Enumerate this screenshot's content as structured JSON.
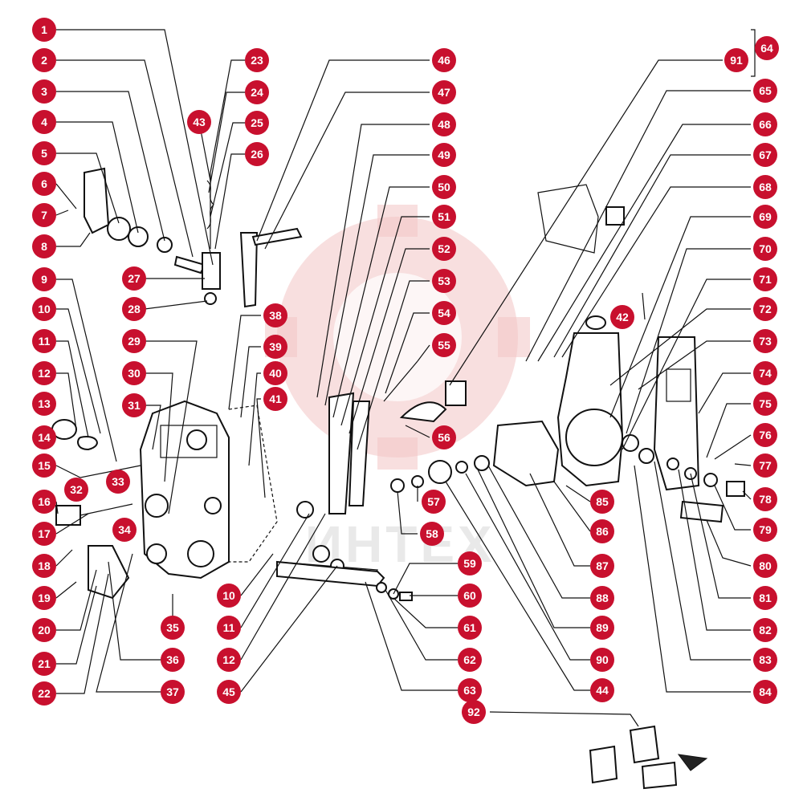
{
  "watermark": {
    "text": "ИНТЕХ",
    "color": "#f2c4c4"
  },
  "callout_color": "#c8102e",
  "callouts": [
    "1",
    "2",
    "3",
    "4",
    "5",
    "6",
    "7",
    "8",
    "9",
    "10",
    "11",
    "12",
    "13",
    "14",
    "15",
    "16",
    "17",
    "18",
    "19",
    "20",
    "21",
    "22",
    "23",
    "24",
    "25",
    "26",
    "27",
    "28",
    "29",
    "30",
    "31",
    "32",
    "33",
    "34",
    "35",
    "36",
    "37",
    "38",
    "39",
    "40",
    "41",
    "42",
    "43",
    "44",
    "45",
    "46",
    "47",
    "48",
    "49",
    "50",
    "51",
    "52",
    "53",
    "54",
    "55",
    "56",
    "57",
    "58",
    "59",
    "60",
    "61",
    "62",
    "63",
    "64",
    "65",
    "66",
    "67",
    "68",
    "69",
    "70",
    "71",
    "72",
    "73",
    "74",
    "75",
    "76",
    "77",
    "78",
    "79",
    "80",
    "81",
    "82",
    "83",
    "84",
    "85",
    "86",
    "87",
    "88",
    "89",
    "90",
    "91",
    "92",
    "10",
    "11",
    "12"
  ]
}
